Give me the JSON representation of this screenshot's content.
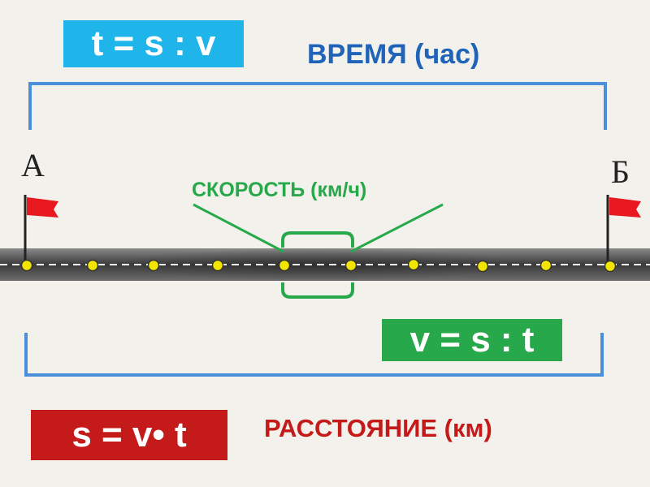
{
  "formulas": {
    "time": "t = s : v",
    "speed": "v = s : t",
    "distance": "s = v• t"
  },
  "labels": {
    "time": "ВРЕМЯ (час)",
    "speed": "СКОРОСТЬ (км/ч)",
    "distance": "РАССТОЯНИЕ (км)"
  },
  "points": {
    "start": "А",
    "end": "Б"
  },
  "colors": {
    "time_accent": "#1fb4ea",
    "time_text": "#1f64b8",
    "speed": "#27a84a",
    "distance": "#c41a1a",
    "road": "#555555",
    "marker": "#f2e600",
    "flag": "#e8191f",
    "bracket": "#4a8fd9"
  },
  "road": {
    "marker_count": 10
  }
}
